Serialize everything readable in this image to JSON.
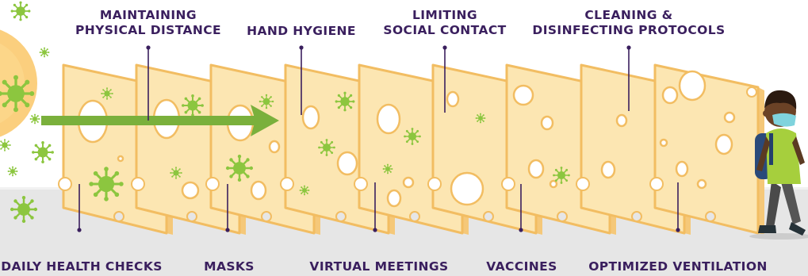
{
  "layers": [
    {
      "label": "DAILY HEALTH CHECKS",
      "lines": [
        "DAILY HEALTH CHECKS"
      ],
      "position": "bottom"
    },
    {
      "label": "MAINTAINING PHYSICAL DISTANCE",
      "lines": [
        "MAINTAINING",
        "PHYSICAL DISTANCE"
      ],
      "position": "top"
    },
    {
      "label": "MASKS",
      "lines": [
        "MASKS"
      ],
      "position": "bottom"
    },
    {
      "label": "HAND HYGIENE",
      "lines": [
        "HAND HYGIENE"
      ],
      "position": "top"
    },
    {
      "label": "VIRTUAL MEETINGS",
      "lines": [
        "VIRTUAL MEETINGS"
      ],
      "position": "bottom"
    },
    {
      "label": "LIMITING SOCIAL CONTACT",
      "lines": [
        "LIMITING",
        "SOCIAL CONTACT"
      ],
      "position": "top"
    },
    {
      "label": "VACCINES",
      "lines": [
        "VACCINES"
      ],
      "position": "bottom"
    },
    {
      "label": "CLEANING & DISINFECTING PROTOCOLS",
      "lines": [
        "CLEANING &",
        "DISINFECTING PROTOCOLS"
      ],
      "position": "top"
    },
    {
      "label": "OPTIMIZED VENTILATION",
      "lines": [
        "OPTIMIZED VENTILATION"
      ],
      "position": "bottom"
    }
  ],
  "illustration": {
    "icons": [
      "virus-icon",
      "arrow-icon",
      "cheese-slice-icon",
      "student-icon"
    ]
  },
  "colors": {
    "label_text": "#3a1f5e",
    "leader_line": "#3a1f5e",
    "virus": "#8cc63f",
    "arrow": "#7ab03c",
    "cheese_fill": "#fce6b2",
    "cheese_stroke": "#f2bd62",
    "ground": "#e6e6e6",
    "sun": "#fbcf7e"
  }
}
